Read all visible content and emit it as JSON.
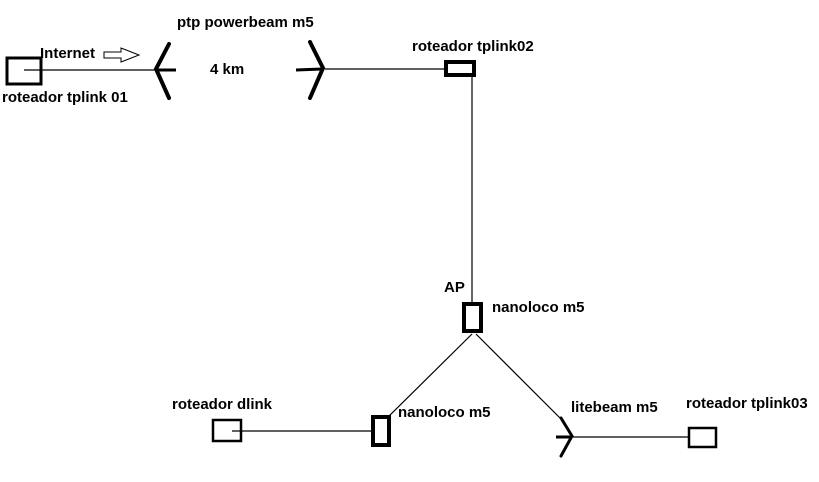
{
  "diagram": {
    "type": "network-topology",
    "nodes": {
      "router1": {
        "label": "roteador tplink 01"
      },
      "internet": {
        "label": "Internet"
      },
      "ptp": {
        "label": "ptp powerbeam m5",
        "distance": "4 km"
      },
      "router2": {
        "label": "roteador tplink02"
      },
      "ap": {
        "label": "AP",
        "device": "nanoloco m5"
      },
      "dlink": {
        "label": "roteador dlink"
      },
      "nanoloco2": {
        "label": "nanoloco m5"
      },
      "litebeam": {
        "label": "litebeam m5"
      },
      "router3": {
        "label": "roteador tplink03"
      }
    },
    "edges": [
      [
        "router1",
        "ptp-left"
      ],
      [
        "ptp-right",
        "router2"
      ],
      [
        "router2",
        "ap"
      ],
      [
        "ap",
        "nanoloco2"
      ],
      [
        "ap",
        "litebeam"
      ],
      [
        "nanoloco2",
        "dlink"
      ],
      [
        "litebeam",
        "router3"
      ]
    ]
  }
}
